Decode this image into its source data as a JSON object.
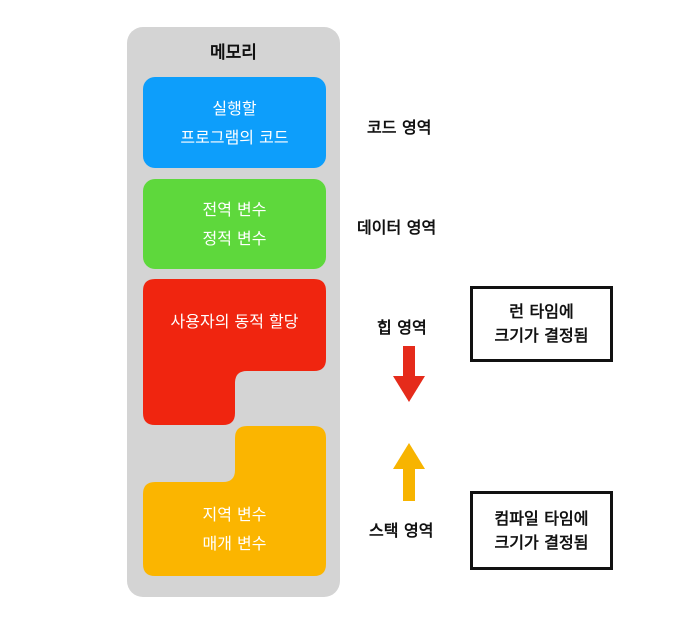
{
  "memory": {
    "title": "메모리",
    "segments": {
      "code": {
        "line1": "실행할",
        "line2": "프로그램의 코드",
        "color": "#0d9efb"
      },
      "data": {
        "line1": "전역 변수",
        "line2": "정적 변수",
        "color": "#5ed83c"
      },
      "heap": {
        "line1": "사용자의 동적 할당",
        "color": "#f0250f"
      },
      "stack": {
        "line1": "지역 변수",
        "line2": "매개 변수",
        "color": "#fbb500"
      }
    }
  },
  "regions": {
    "code": "코드 영역",
    "data": "데이터 영역",
    "heap": "힙 영역",
    "stack": "스택 영역"
  },
  "notes": {
    "runtime": {
      "line1": "런 타임에",
      "line2": "크기가 결정됨"
    },
    "compile": {
      "line1": "컴파일 타임에",
      "line2": "크기가 결정됨"
    }
  },
  "arrows": {
    "heap_direction": "down",
    "heap_color": "#e52b1b",
    "stack_direction": "up",
    "stack_color": "#f7b400"
  }
}
